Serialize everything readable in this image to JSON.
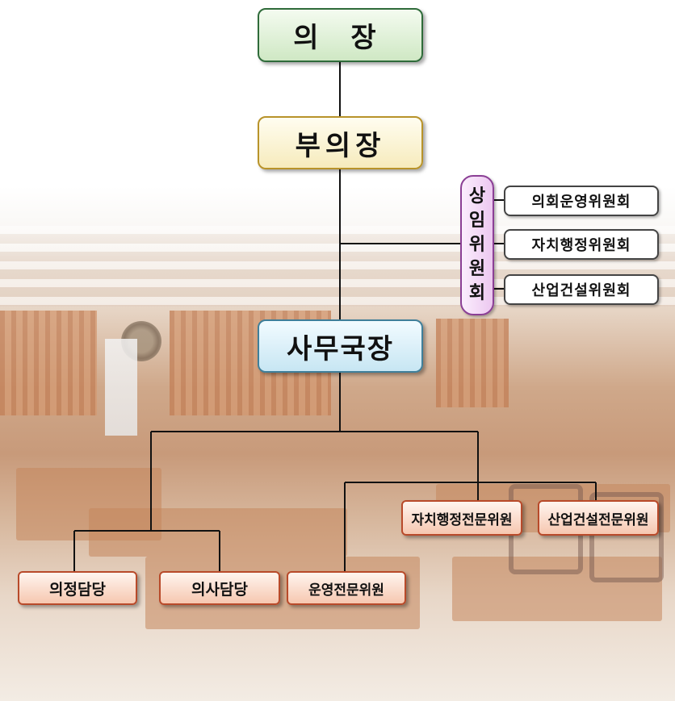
{
  "chairman": "의 장",
  "vice_chairman": "부의장",
  "standing_committee": {
    "label_chars": [
      "상",
      "임",
      "위",
      "원",
      "회"
    ],
    "committees": [
      "의회운영위원회",
      "자치행정위원회",
      "산업건설위원회"
    ]
  },
  "secretary_general": "사무국장",
  "departments": {
    "agenda": "의정담당",
    "affairs": "의사담당",
    "operations_expert": "운영전문위원",
    "admin_expert": "자치행정전문위원",
    "industry_expert": "산업건설전문위원"
  },
  "colors": {
    "chairman_border": "#2f6b3a",
    "vice_border": "#b8932a",
    "secretary_border": "#3f7f9a",
    "committee_border": "#8b3f95",
    "department_border": "#b84a2a"
  }
}
